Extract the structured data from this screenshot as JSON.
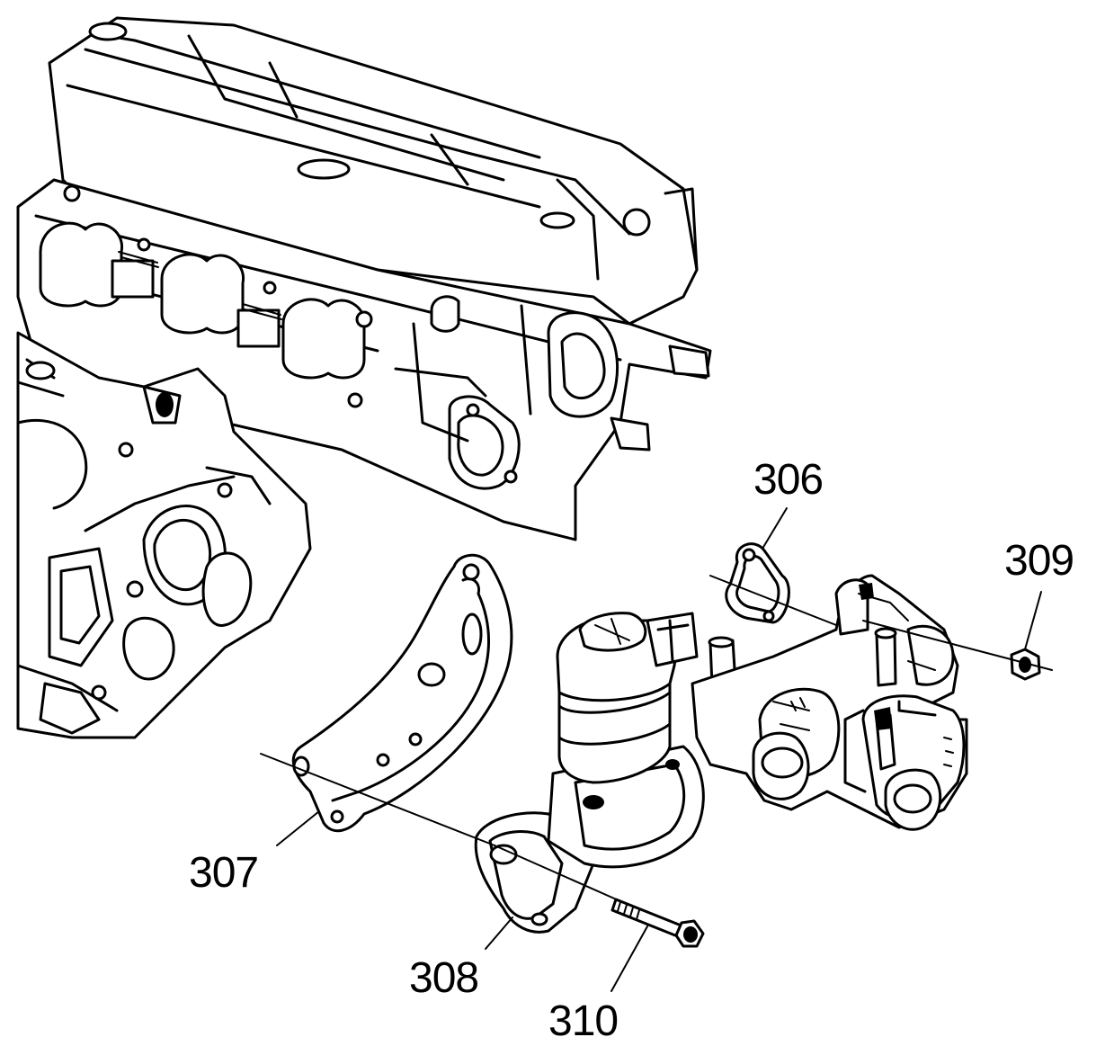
{
  "diagram": {
    "labels": {
      "c306": "306",
      "c307": "307",
      "c308": "308",
      "c309": "309",
      "c310": "310"
    },
    "colors": {
      "line": "#000000",
      "background": "#ffffff"
    }
  }
}
